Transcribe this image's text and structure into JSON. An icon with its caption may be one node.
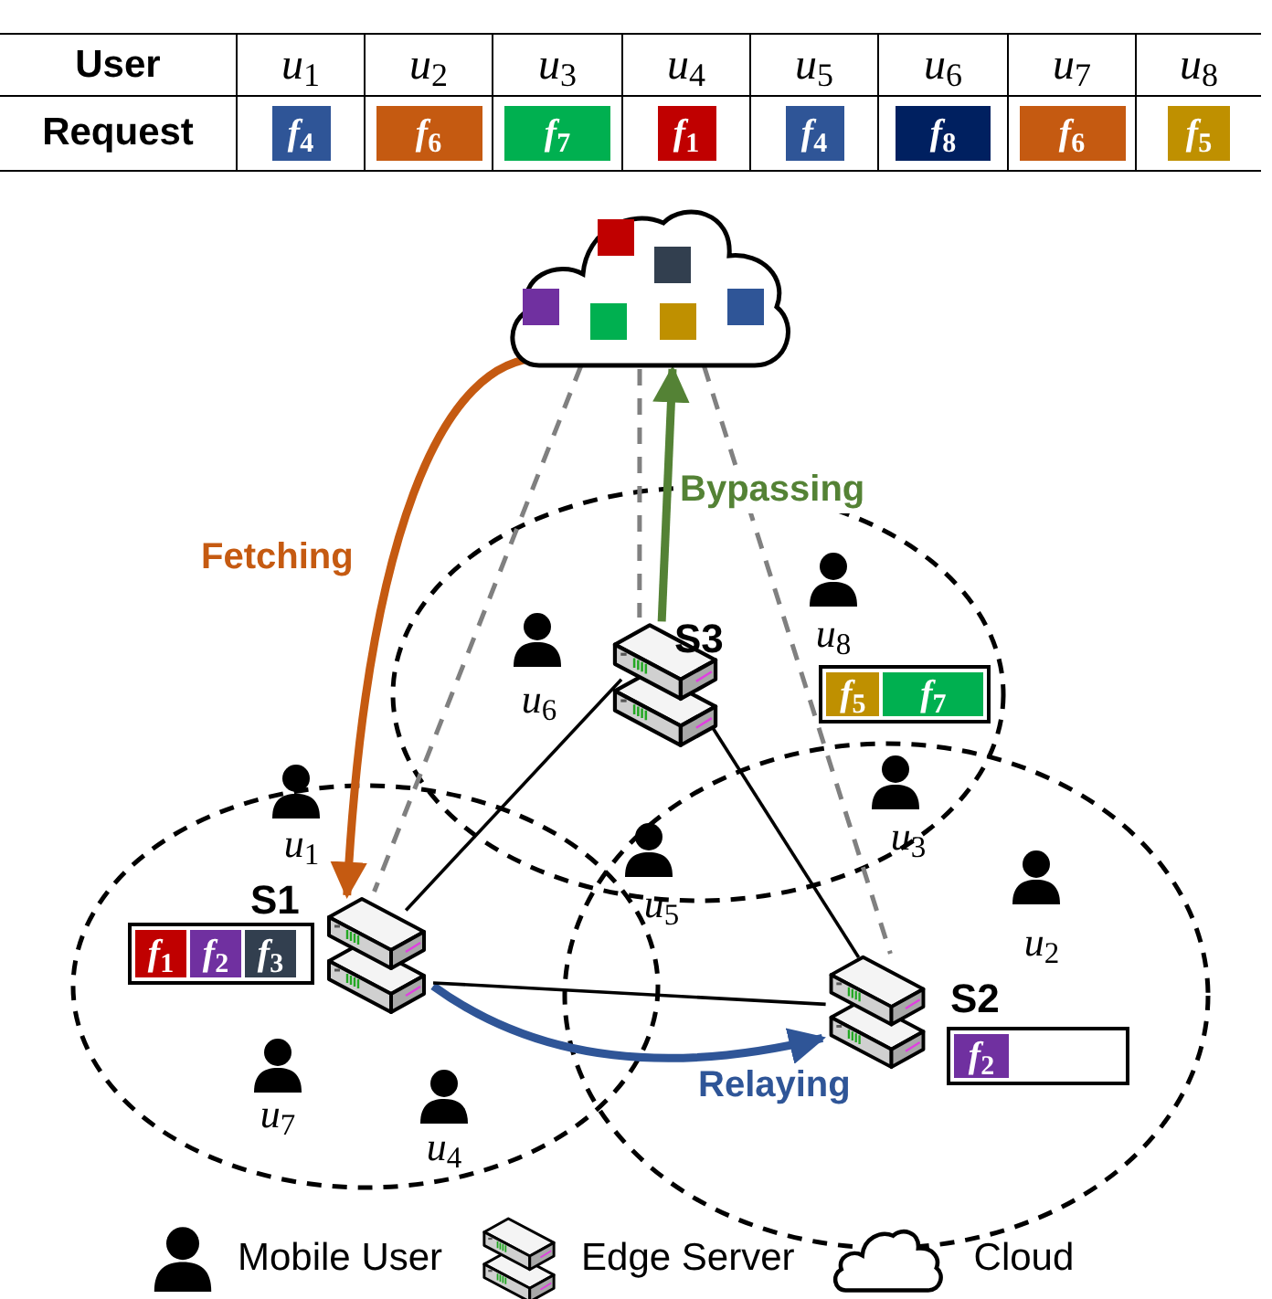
{
  "diagram": {
    "nodes": [
      {
        "text": [],
        "shape": "cloud"
      },
      {
        "text": [
          "S1"
        ]
      },
      {
        "text": [
          "S2"
        ]
      },
      {
        "text": [
          "S3"
        ]
      },
      {
        "text": [],
        "shape": "box"
      },
      {
        "text": [
          "*f*$_{1}$"
        ],
        "in": 4
      },
      {
        "text": [
          "*f*$_{2}$"
        ],
        "in": 4
      },
      {
        "text": [
          "*f*$_{3}$"
        ],
        "in": 4
      },
      {
        "text": [],
        "shape": "box"
      },
      {
        "text": [
          "*f*$_{2}$"
        ],
        "in": 8
      },
      {
        "text": [],
        "shape": "box"
      },
      {
        "text": [
          "*f*$_{5}$"
        ],
        "in": 10
      },
      {
        "text": [
          "*f*$_{7}$"
        ],
        "in": 10
      },
      {
        "text": [
          "*f*$_{4}$"
        ]
      },
      {
        "text": [
          "*f*$_{6}$"
        ]
      },
      {
        "text": [
          "*f*$_{7}$"
        ]
      },
      {
        "text": [
          "*f*$_{1}$"
        ]
      },
      {
        "text": [
          "*f*$_{4}$"
        ]
      },
      {
        "text": [
          "*f*$_{8}$"
        ]
      },
      {
        "text": [
          "*f*$_{6}$"
        ]
      },
      {
        "text": [
          "*f*$_{5}$"
        ]
      }
    ],
    "edges": [
      {
        "from": 0,
        "to": 1,
        "arrow": "to",
        "label": "Fetching",
        "style": "thick",
        "color": "#c55a11"
      },
      {
        "from": 3,
        "to": 0,
        "arrow": "to",
        "label": "Bypassing",
        "style": "thick",
        "color": "#548235"
      },
      {
        "from": 1,
        "to": 2,
        "arrow": "to",
        "label": "Relaying",
        "style": "thick",
        "color": "#2f5597"
      },
      {
        "from": 1,
        "to": 3,
        "arrow": "none"
      },
      {
        "from": 1,
        "to": 2,
        "arrow": "none"
      },
      {
        "from": 3,
        "to": 2,
        "arrow": "none"
      },
      {
        "from": 0,
        "to": 1,
        "arrow": "none",
        "style": "dashed",
        "color": "#808080"
      },
      {
        "from": 0,
        "to": 3,
        "arrow": "none",
        "style": "dashed",
        "color": "#808080"
      },
      {
        "from": 0,
        "to": 2,
        "arrow": "none",
        "style": "dashed",
        "color": "#808080"
      }
    ],
    "labels": [
      "User",
      "*u*$_{1}$",
      "*u*$_{2}$",
      "*u*$_{3}$",
      "*u*$_{4}$",
      "*u*$_{5}$",
      "*u*$_{6}$",
      "*u*$_{7}$",
      "*u*$_{8}$",
      "Request",
      "*u*$_{8}$",
      "*u*$_{6}$",
      "*u*$_{1}$",
      "*u*$_{3}$",
      "*u*$_{5}$",
      "*u*$_{2}$",
      "*u*$_{7}$",
      "*u*$_{4}$"
    ],
    "legend": [
      {
        "text": "Mobile User"
      },
      {
        "text": "Edge Server"
      },
      {
        "text": "Cloud"
      }
    ]
  }
}
